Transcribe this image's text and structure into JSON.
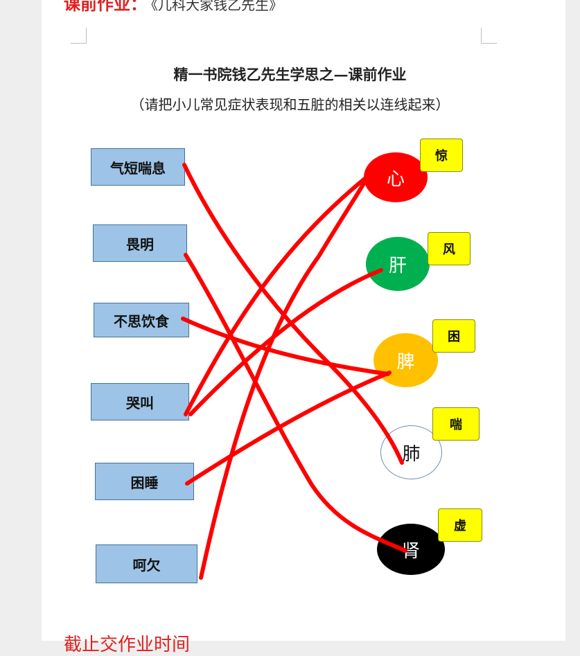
{
  "header": {
    "cut_label": "课前作业：",
    "cut_sub": "《儿科大家钱乙先生》"
  },
  "title": "精一书院钱乙先生学思之—课前作业",
  "subtitle": "（请把小儿常见症状表现和五脏的相关以连线起来）",
  "symptoms": [
    "气短喘息",
    "畏明",
    "不思饮食",
    "哭叫",
    "困睡",
    "呵欠"
  ],
  "organs": [
    {
      "label": "心",
      "color": "#ff0000",
      "text_color": "#ffffff"
    },
    {
      "label": "肝",
      "color": "#00b050",
      "text_color": "#ffffff"
    },
    {
      "label": "脾",
      "color": "#ffc000",
      "text_color": "#ffffff"
    },
    {
      "label": "肺",
      "color": "#ffffff",
      "text_color": "#111111"
    },
    {
      "label": "肾",
      "color": "#000000",
      "text_color": "#ffffff"
    }
  ],
  "tags": [
    "惊",
    "风",
    "困",
    "喘",
    "虚"
  ],
  "footer": {
    "cut_label": "截止交作业时间"
  },
  "line_color": "#ff0000"
}
